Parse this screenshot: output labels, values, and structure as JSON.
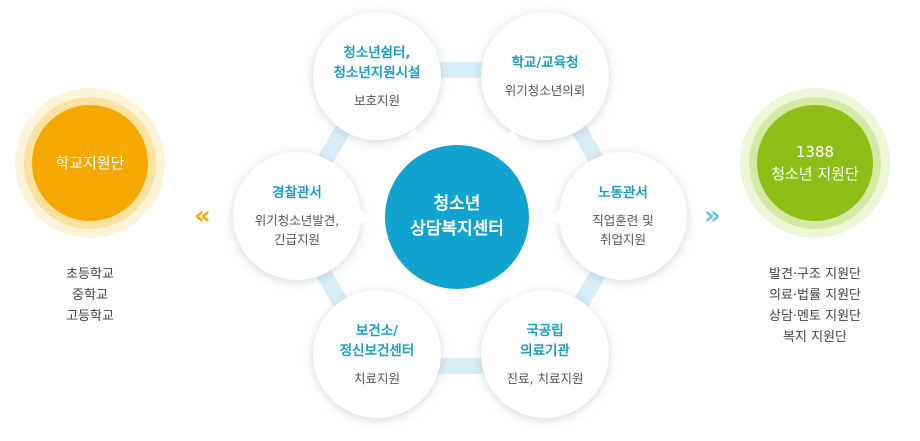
{
  "center": {
    "label": "청소년\n상담복지센터"
  },
  "nodes": [
    {
      "id": "shelter",
      "title": "청소년쉼터,\n청소년지원시설",
      "desc": "보호지원"
    },
    {
      "id": "school",
      "title": "학교/교육청",
      "desc": "위기청소년의뢰"
    },
    {
      "id": "police",
      "title": "경찰관서",
      "desc": "위기청소년발견,\n긴급지원"
    },
    {
      "id": "labor",
      "title": "노동관서",
      "desc": "직업훈련 및\n취업지원"
    },
    {
      "id": "health",
      "title": "보건소/\n정신보건센터",
      "desc": "치료지원"
    },
    {
      "id": "medical",
      "title": "국공립\n의료기관",
      "desc": "진료, 치료지원"
    }
  ],
  "left_group": {
    "title": "학교지원단",
    "items": [
      "초등학교",
      "중학교",
      "고등학교"
    ],
    "color": "#f5a800"
  },
  "right_group": {
    "title": "1388\n청소년 지원단",
    "items": [
      "발견·구조 지원단",
      "의료·법률 지원단",
      "상담·멘토 지원단",
      "복지 지원단"
    ],
    "color": "#8dbf17"
  },
  "arrows": {
    "left": "«",
    "right": "»"
  },
  "colors": {
    "accent": "#11a3cf",
    "ring": "#d8eef7",
    "title_text": "#1a9fc4",
    "left_arrow": "#f5a800",
    "right_arrow": "#5cc4e8"
  }
}
